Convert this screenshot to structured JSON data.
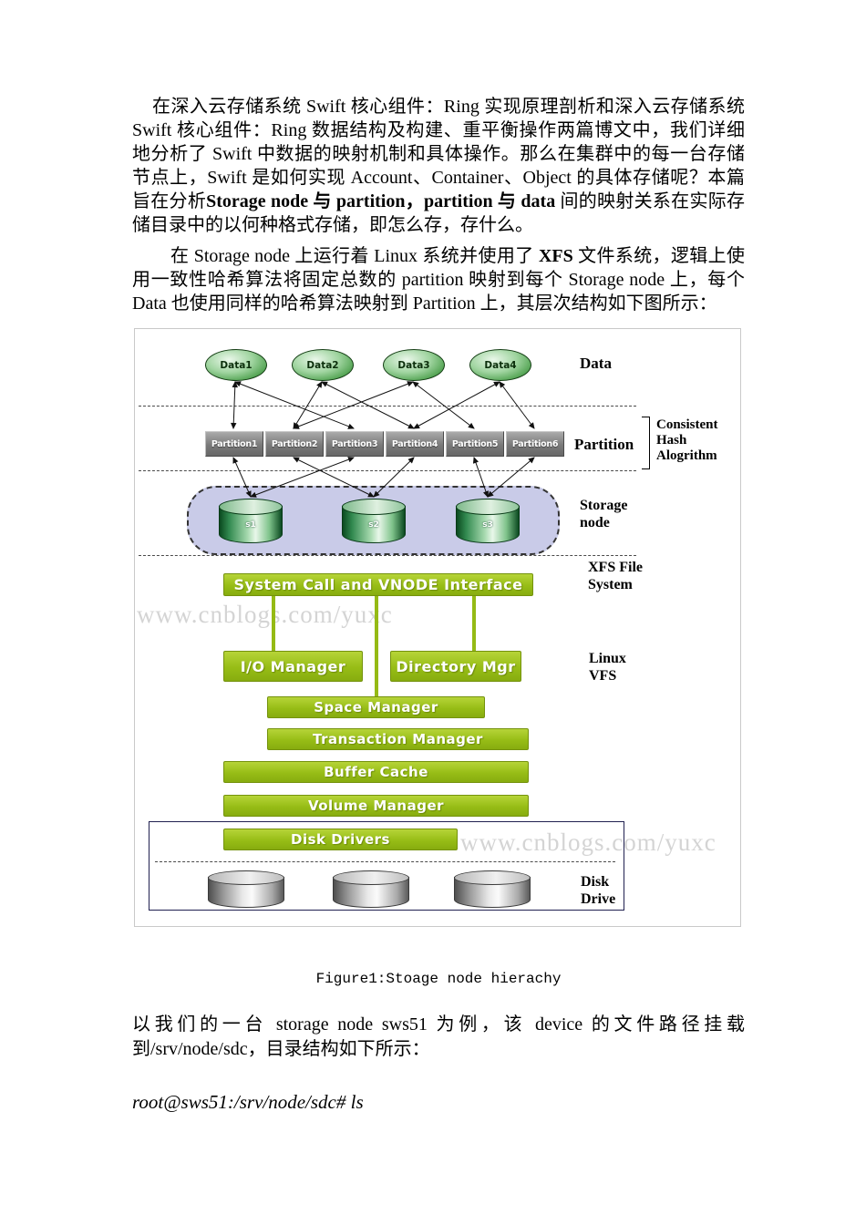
{
  "document": {
    "paragraph1": {
      "seg_a": "在深入云存储系统 Swift 核心组件：Ring 实现原理剖析和深入云存储系统 Swift 核心组件：Ring 数据结构及构建、重平衡操作两篇博文中，我们详细地分析了 Swift 中数据的映射机制和具体操作。那么在集群中的每一台存储节点上，Swift 是如何实现 Account、Container、Object 的具体存储呢？本篇旨在分析",
      "seg_b": "Storage node 与 partition，partition 与 data",
      "seg_c": " 间的映射关系在实际存储目录中的以何种格式存储，即怎么存，存什么。"
    },
    "paragraph2": {
      "seg_a": "在 Storage node 上运行着 Linux 系统并使用了 ",
      "seg_b": "XFS",
      "seg_c": " 文件系统，逻辑上使用一致性哈希算法将固定总数的 partition 映射到每个 Storage node 上，每个 Data 也使用同样的哈希算法映射到 Partition 上，其层次结构如下图所示："
    },
    "figure_caption": "Figure1:Stoage node hierachy",
    "paragraph3": "以我们的一台 storage node sws51 为例，该 device 的文件路径挂载到/srv/node/sdc，目录结构如下所示：",
    "terminal_line": "root@sws51:/srv/node/sdc# ls"
  },
  "diagram": {
    "data_nodes": [
      "Data1",
      "Data2",
      "Data3",
      "Data4"
    ],
    "partitions": [
      "Partition1",
      "Partition2",
      "Partition3",
      "Partition4",
      "Partition5",
      "Partition6"
    ],
    "storage_disks": [
      "s1",
      "s2",
      "s3"
    ],
    "side_labels": {
      "data": "Data",
      "partition": "Partition",
      "consistent_hash": "Consistent Hash Alogrithm",
      "storage_node": "Storage node",
      "xfs": "XFS File System",
      "linux_vfs": "Linux VFS",
      "disk_drive": "Disk Drive"
    },
    "layers": {
      "system_call": "System Call and VNODE Interface",
      "io_manager": "I/O Manager",
      "directory_mgr": "Directory Mgr",
      "space_manager": "Space Manager",
      "transaction_manager": "Transaction Manager",
      "buffer_cache": "Buffer Cache",
      "volume_manager": "Volume Manager",
      "disk_drivers": "Disk Drivers"
    },
    "watermark": "www.cnblogs.com/yuxc"
  }
}
